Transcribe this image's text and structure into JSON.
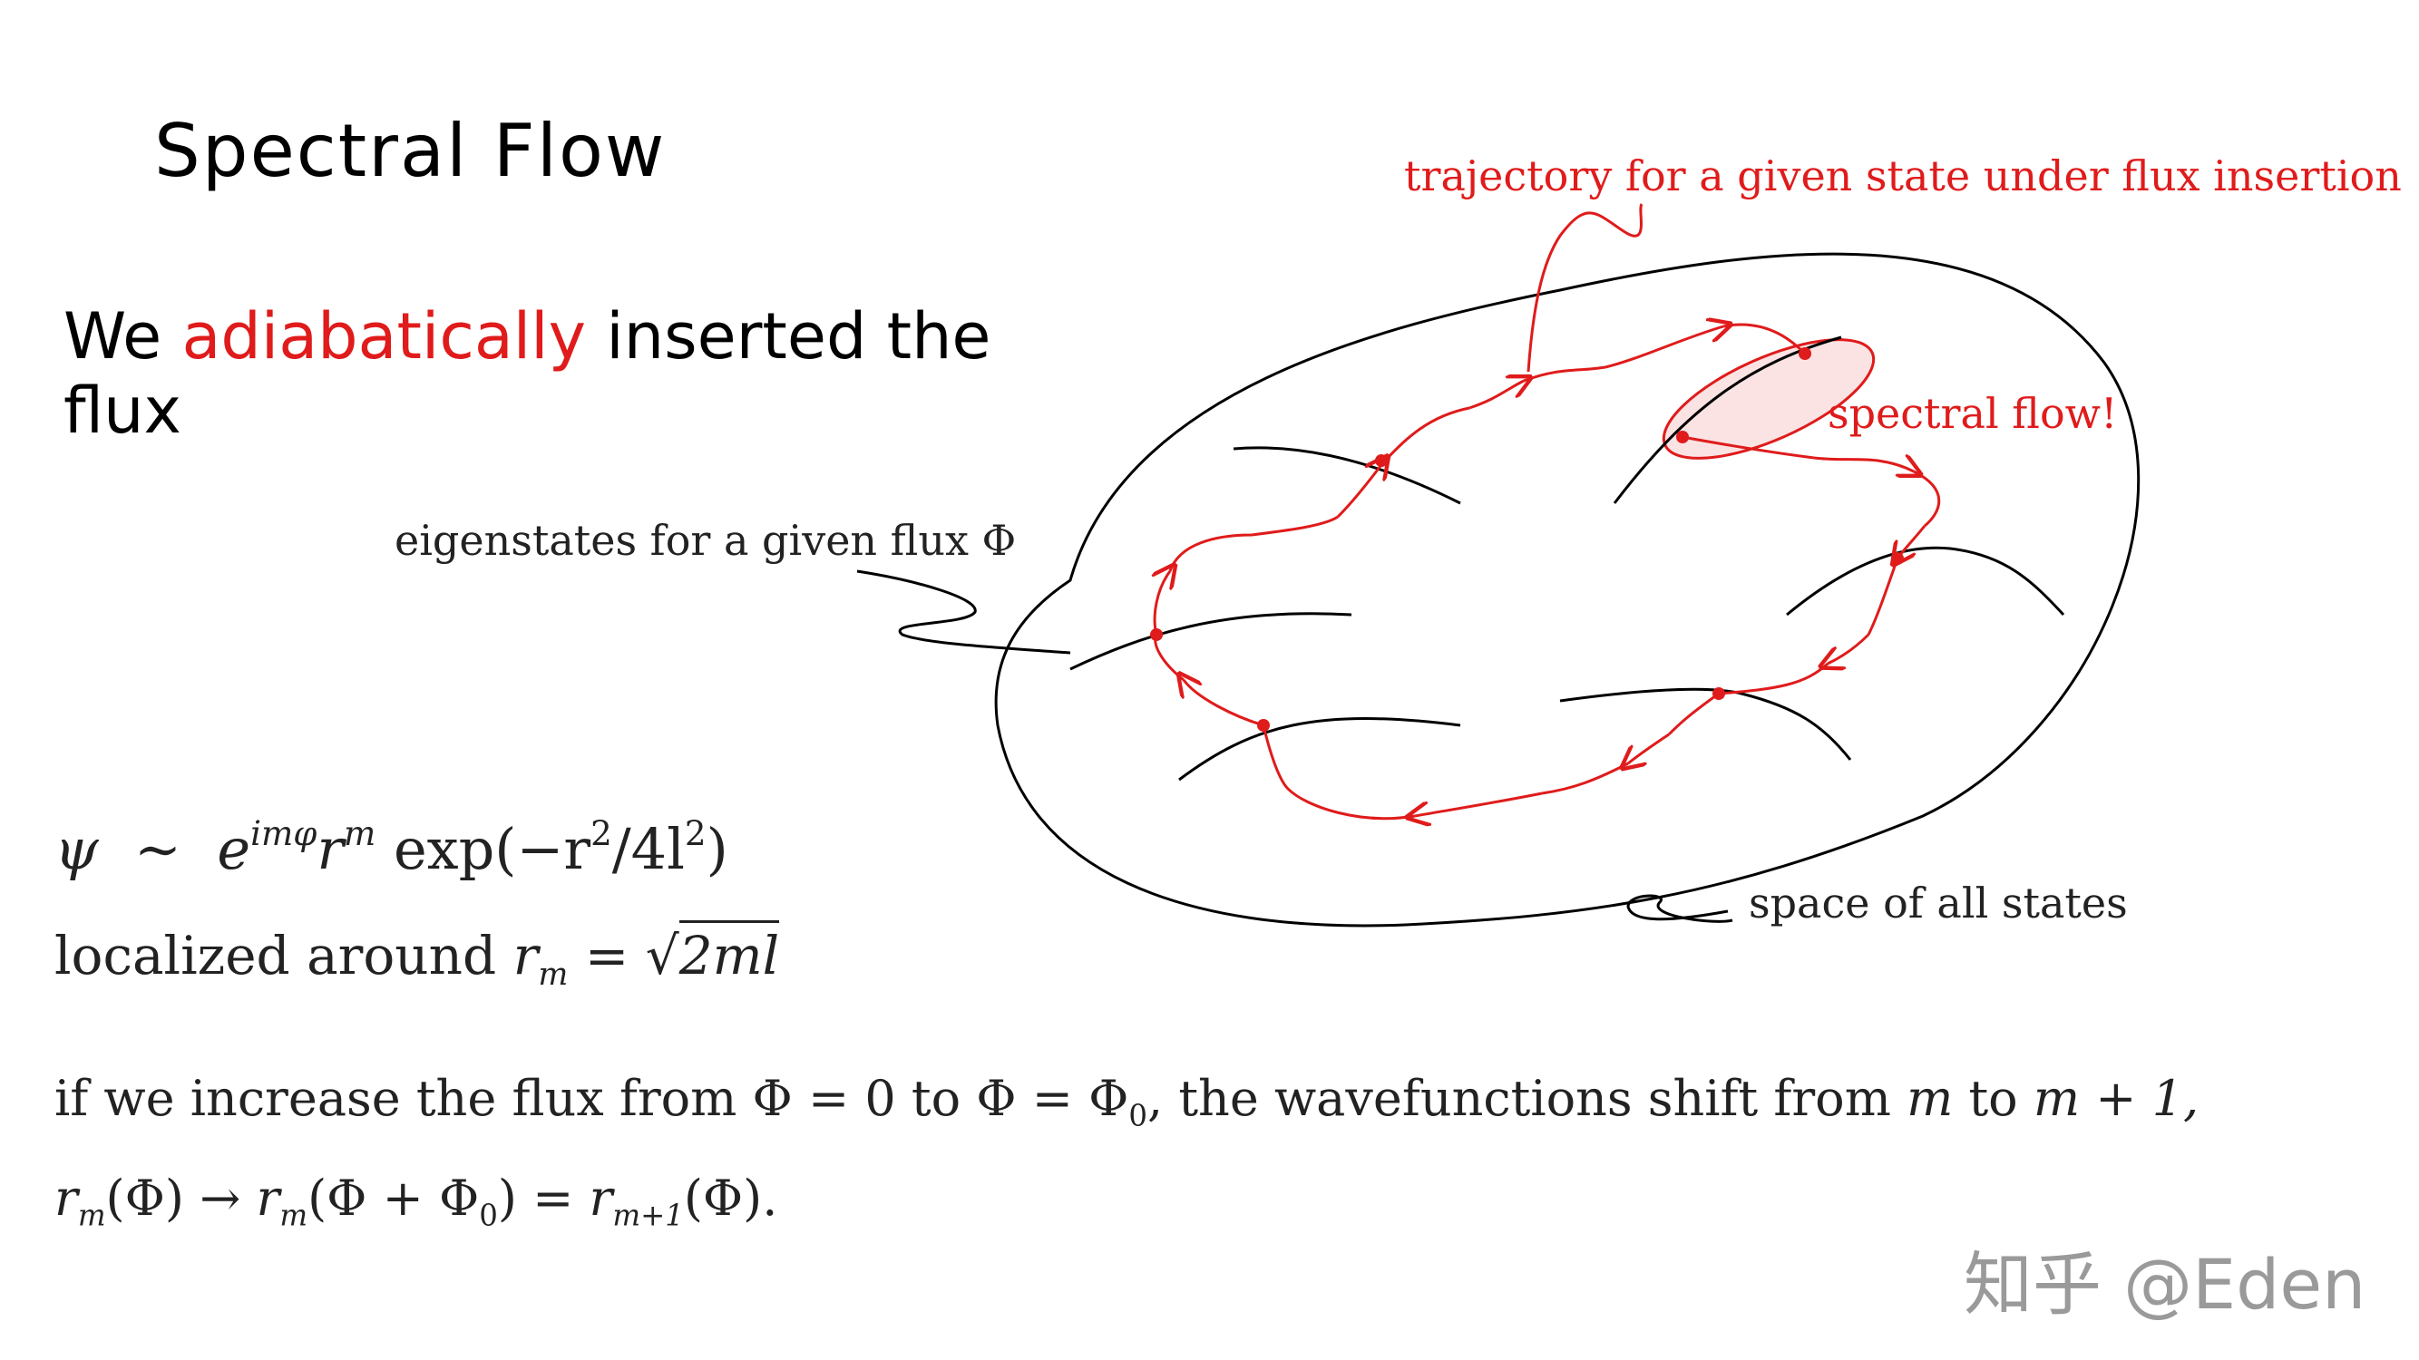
{
  "slide": {
    "title": "Spectral Flow",
    "intro_prefix": "We ",
    "intro_highlight": "adiabatically",
    "intro_suffix": " inserted the flux"
  },
  "diagram": {
    "label_trajectory": "trajectory for a given state under flux insertion",
    "label_spectral_flow": "spectral flow!",
    "label_eigenstates": "eigenstates for a given flux Φ",
    "label_space": "space of all states"
  },
  "equations": {
    "eq1": {
      "psi": "ψ",
      "sim": "∼",
      "e": "e",
      "exp_sup": "imφ",
      "r": "r",
      "r_sup": "m",
      "exp_fn": "exp(−r",
      "exp_sq": "2",
      "exp_rest": "/4l",
      "exp_sq2": "2",
      "close": ")"
    },
    "eq2": {
      "text": "localized around ",
      "r": "r",
      "r_sub": "m",
      "eq": " = √",
      "arg": "2ml"
    },
    "eq3": {
      "part1": "if we increase the flux from Φ = 0 to Φ = Φ",
      "sub0": "0",
      "part2": ",   the wavefunctions shift from ",
      "m": "m",
      "to": " to ",
      "m1": "m + 1,"
    },
    "eq4": {
      "r1": "r",
      "s1": "m",
      "a1": "(Φ) → ",
      "r2": "r",
      "s2": "m",
      "a2": "(Φ + Φ",
      "s3": "0",
      "a3": ") = ",
      "r3": "r",
      "s4": "m+1",
      "a4": "(Φ)."
    }
  },
  "watermark": "知乎 @Eden",
  "colors": {
    "accent_red": "#e01b1b",
    "fill_pink": "#fbe3e4"
  }
}
